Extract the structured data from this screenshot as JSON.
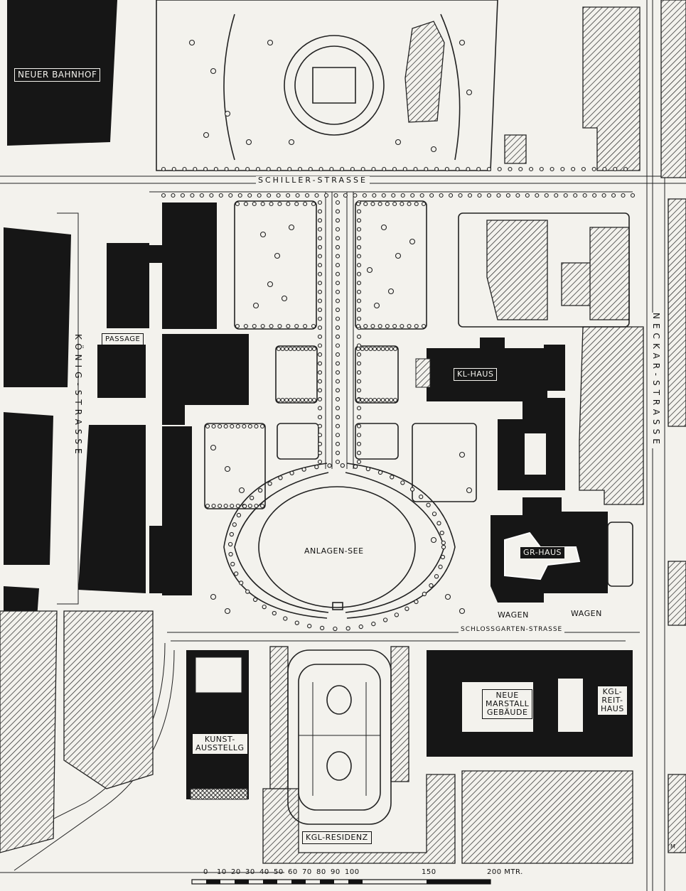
{
  "labels": {
    "neuer_bahnhof": "NEUER BAHNHOF",
    "schiller_strasse": "SCHILLER-STRASSE",
    "koenig_strasse": "KÖNIG-STRASSE",
    "neckar_strasse": "NECKAR-STRASSE",
    "passage": "PASSAGE",
    "kl_haus": "KL-HAUS",
    "gr_haus": "GR-HAUS",
    "anlagen_see": "ANLAGEN-SEE",
    "wagen_left": "WAGEN",
    "wagen_right": "WAGEN",
    "schlossgarten_strasse": "SCHLOSSGARTEN-STRASSE",
    "neue_marstall": "NEUE\nMARSTALL\nGEBÄUDE",
    "kgl_reithaus": "KGL-\nREIT-\nHAUS",
    "kunst_ausstellg": "KUNST-\nAUSSTELLG",
    "kgl_residenz": "KGL-RESIDENZ",
    "corner_mark": "M"
  },
  "scale_bar": {
    "ticks": [
      "0",
      "10",
      "20",
      "30",
      "40",
      "50",
      "60",
      "70",
      "80",
      "90",
      "100",
      "150",
      "200 MTR."
    ]
  },
  "colors": {
    "paper": "#f3f2ed",
    "ink": "#161616"
  }
}
